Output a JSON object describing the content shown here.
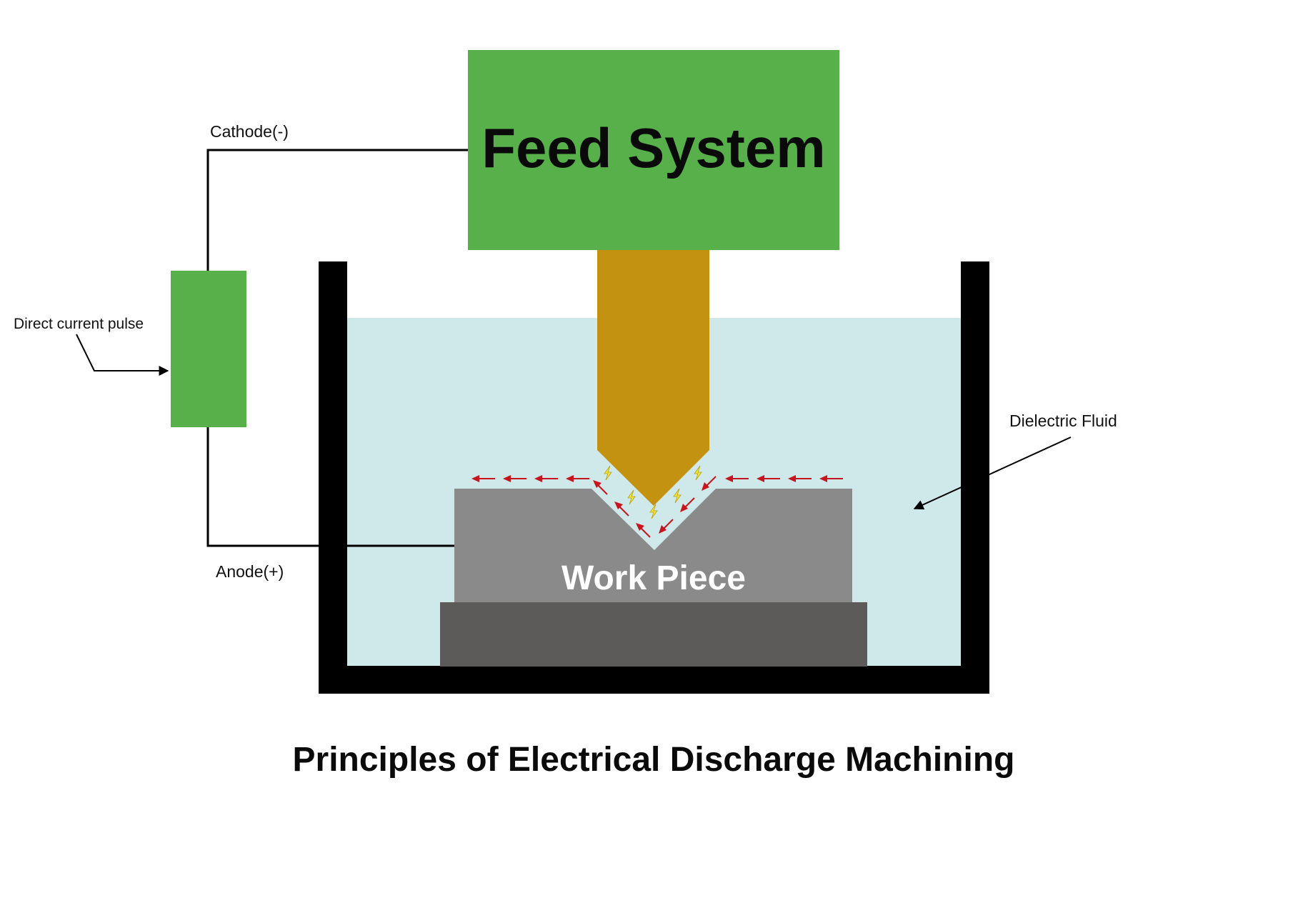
{
  "feed_system": {
    "label": "Feed System"
  },
  "power_supply": {
    "label": "Direct current pulse"
  },
  "terminals": {
    "cathode": "Cathode(-)",
    "anode": "Anode(+)"
  },
  "fluid": {
    "label": "Dielectric Fluid"
  },
  "workpiece": {
    "label": "Work Piece"
  },
  "caption": "Principles of Electrical Discharge Machining",
  "colors": {
    "feed_system": "#58b04a",
    "power_supply": "#58b04a",
    "electrode": "#c29210",
    "dielectric_fluid": "#cfe8ea",
    "tank": "#000000",
    "workpiece": "#8a8a8a",
    "base": "#5d5a5a",
    "flow_arrows": "#c8141c",
    "sparks": "#f2e63a"
  },
  "icons": {
    "spark": "lightning-bolt-icon",
    "flow": "arrow-icon"
  }
}
